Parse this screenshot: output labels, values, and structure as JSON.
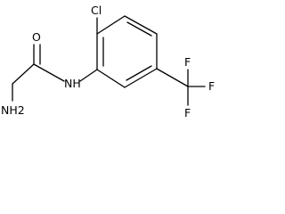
{
  "molecule": {
    "atoms": {
      "chlorine": "Cl",
      "oxygen": "O",
      "amide_nh": "NH",
      "amine_nh2": "NH2",
      "fluorine_top": "F",
      "fluorine_right": "F",
      "fluorine_bottom": "F"
    }
  },
  "colors": {
    "bond": "#000000",
    "label": "#000000",
    "background": "#ffffff"
  }
}
